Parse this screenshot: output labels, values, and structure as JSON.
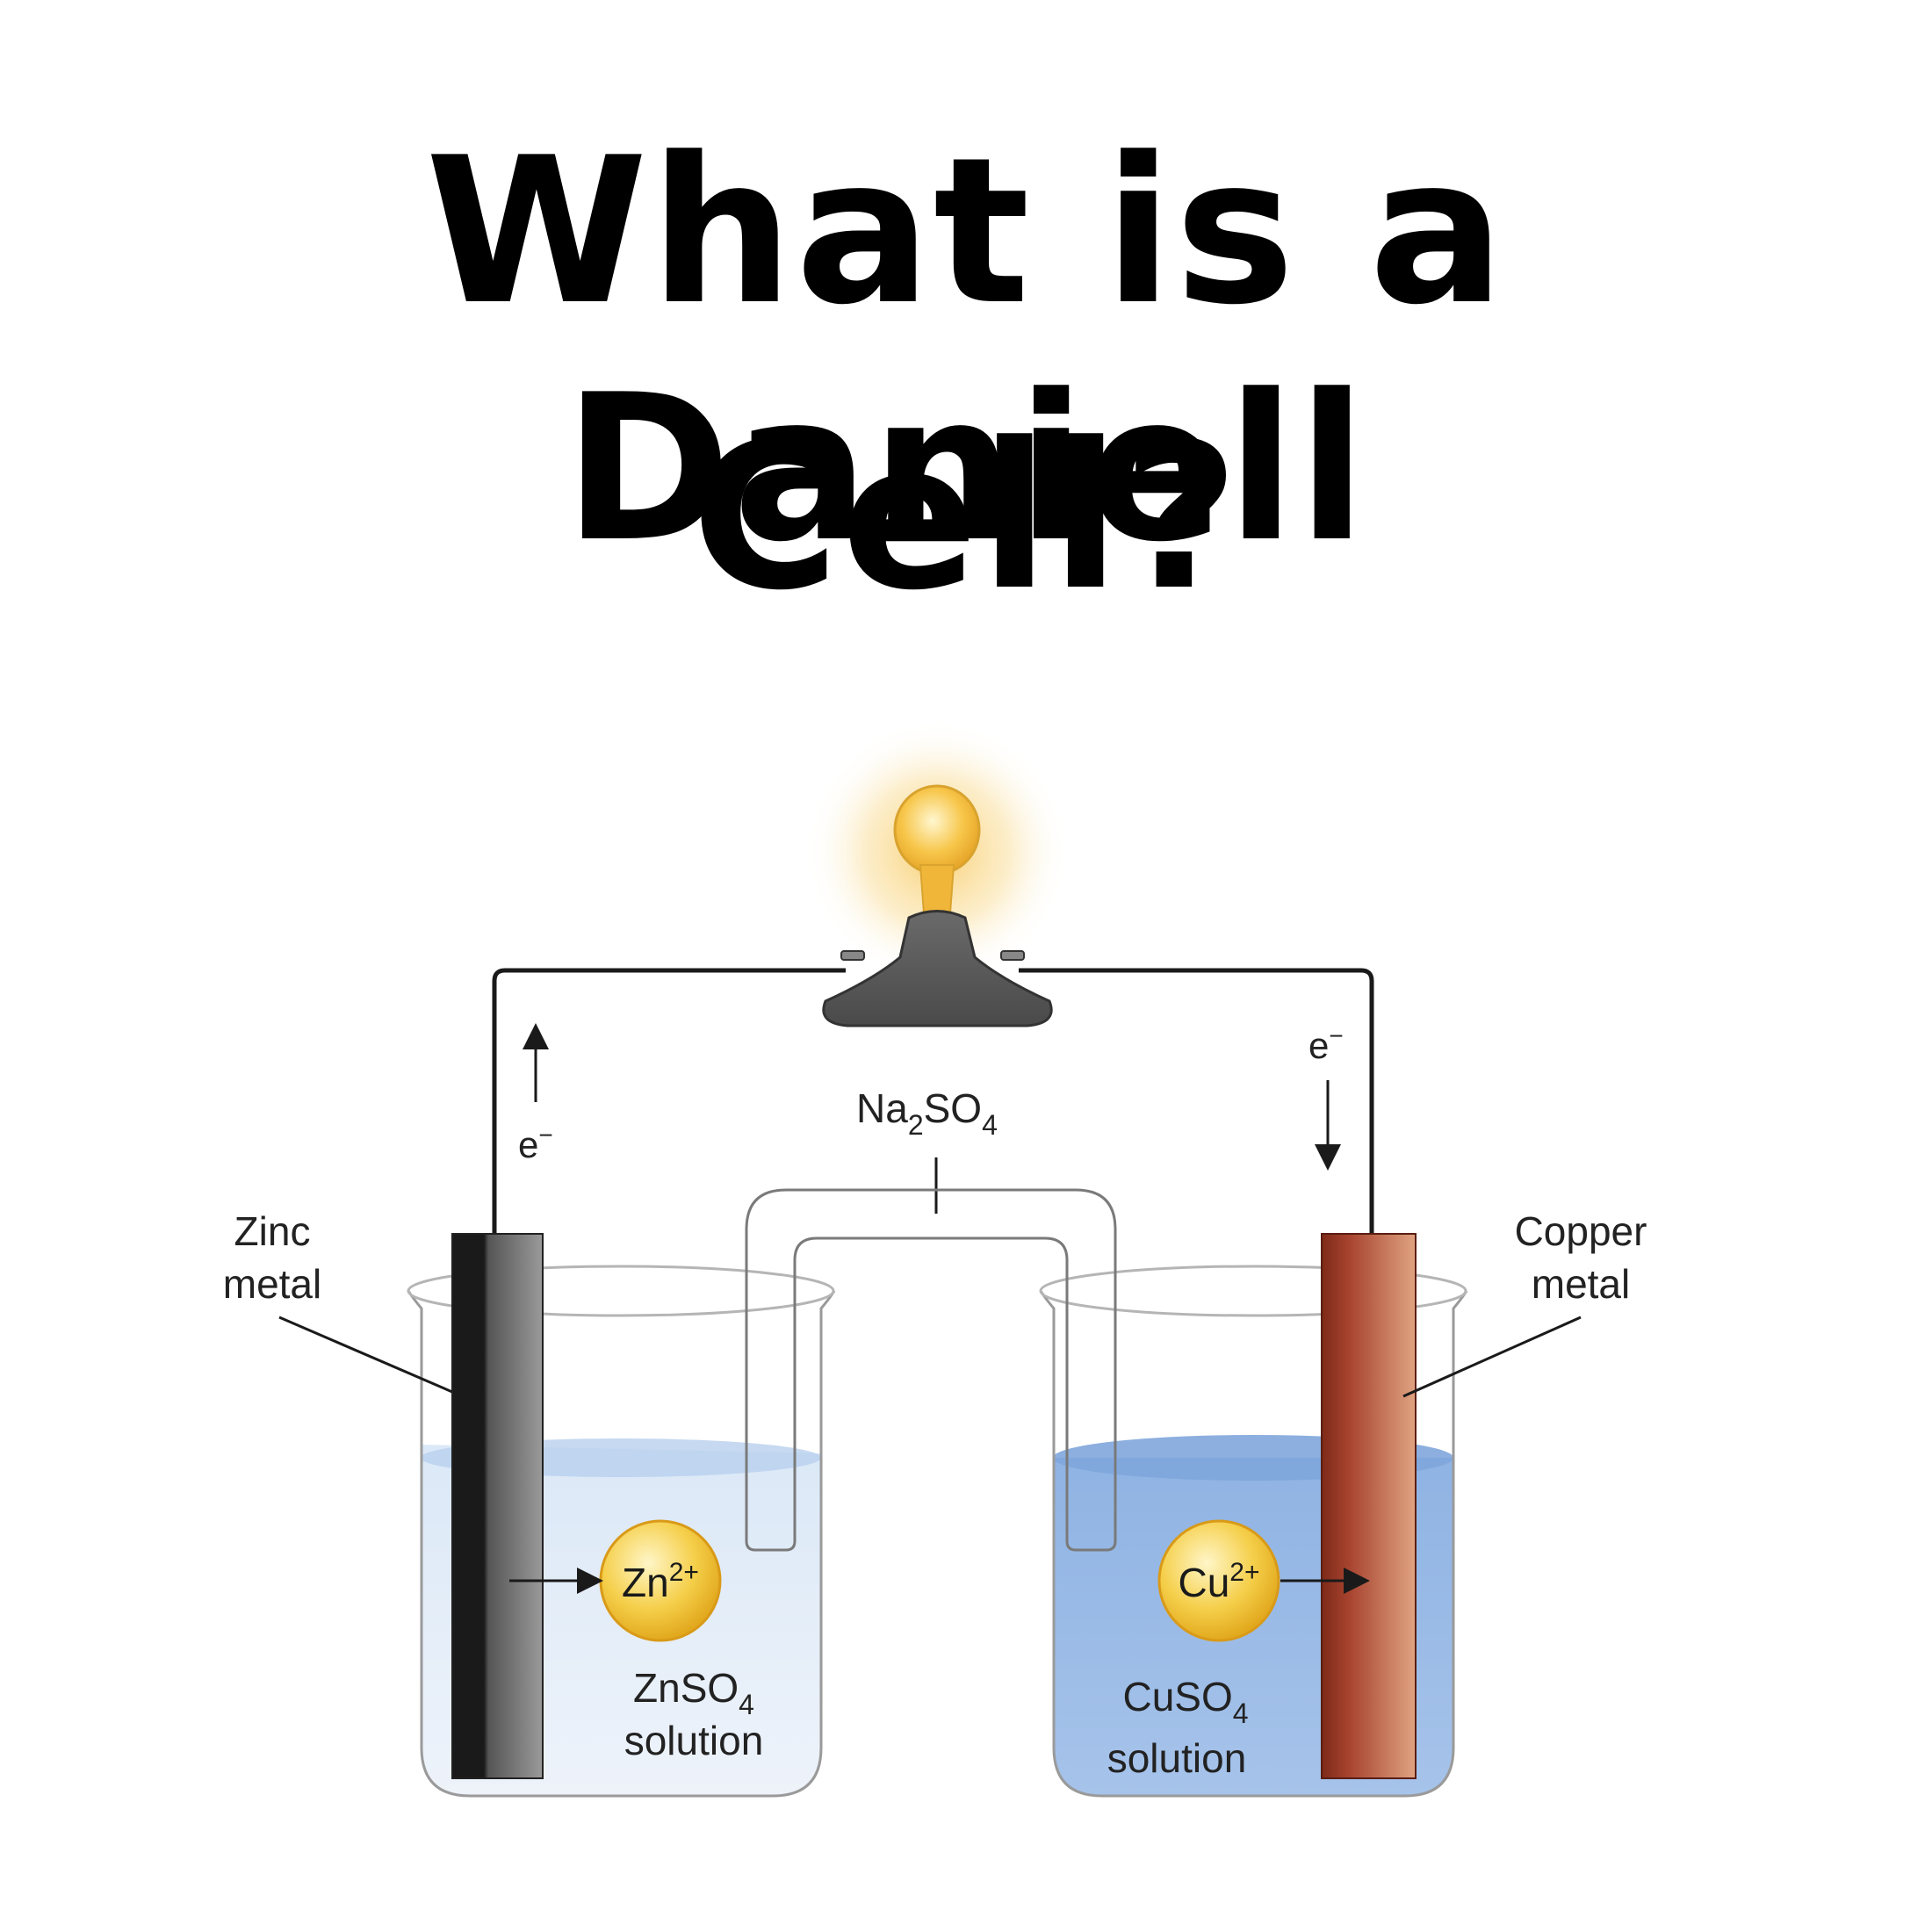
{
  "title": {
    "line1": "What is a Daniell",
    "line2": "Cell?"
  },
  "labels": {
    "zinc_metal": [
      "Zinc",
      "metal"
    ],
    "copper_metal": [
      "Copper",
      "metal"
    ],
    "salt_bridge": {
      "base": "Na",
      "sub1": "2",
      "mid": "SO",
      "sub2": "4"
    },
    "electron_left": {
      "base": "e",
      "sup": "−"
    },
    "electron_right": {
      "base": "e",
      "sup": "−"
    },
    "zinc_ion": {
      "base": "Zn",
      "sup": "2+"
    },
    "copper_ion": {
      "base": "Cu",
      "sup": "2+"
    },
    "zinc_solution": {
      "base": "ZnSO",
      "sub": "4",
      "line2": "solution"
    },
    "copper_solution": {
      "base": "CuSO",
      "sub": "4",
      "line2": "solution"
    }
  },
  "colors": {
    "zinc_electrode": "#3a3a3a",
    "copper_electrode": "#a94a30",
    "zinc_solution": "#e6eef8",
    "copper_solution": "#9dbce6",
    "ion_circle": "#f2c12e",
    "bulb_glow": "#f7c65a",
    "wire": "#1a1a1a"
  },
  "icons": [
    "light-bulb-icon",
    "zinc-electrode",
    "copper-electrode",
    "salt-bridge",
    "beaker"
  ]
}
